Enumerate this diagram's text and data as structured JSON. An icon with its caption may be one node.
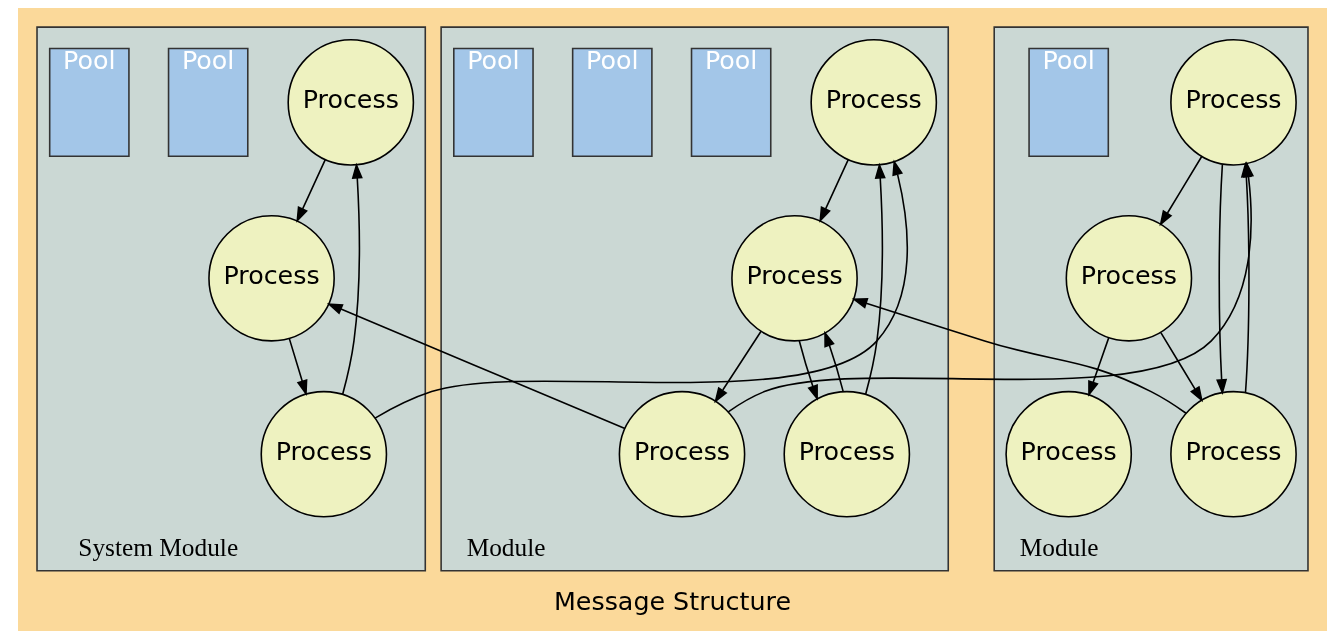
{
  "diagram": {
    "caption": "Message Structure",
    "nodes": [
      {
        "text": [
          "System Module"
        ]
      },
      {
        "text": [
          "Process"
        ],
        "in": 0
      },
      {
        "text": [
          "Process"
        ],
        "in": 0
      },
      {
        "text": [
          "Process"
        ],
        "in": 0
      },
      {
        "text": [
          "Pool"
        ],
        "in": 0
      },
      {
        "text": [
          "Pool"
        ],
        "in": 0
      },
      {
        "text": [
          "Module"
        ]
      },
      {
        "text": [
          "Process"
        ],
        "in": 6
      },
      {
        "text": [
          "Process"
        ],
        "in": 6
      },
      {
        "text": [
          "Process"
        ],
        "in": 6
      },
      {
        "text": [
          "Process"
        ],
        "in": 6
      },
      {
        "text": [
          "Pool"
        ],
        "in": 6
      },
      {
        "text": [
          "Pool"
        ],
        "in": 6
      },
      {
        "text": [
          "Pool"
        ],
        "in": 6
      },
      {
        "text": [
          "Module"
        ]
      },
      {
        "text": [
          "Process"
        ],
        "in": 14
      },
      {
        "text": [
          "Process"
        ],
        "in": 14
      },
      {
        "text": [
          "Process"
        ],
        "in": 14
      },
      {
        "text": [
          "Process"
        ],
        "in": 14
      },
      {
        "text": [
          "Pool"
        ],
        "in": 14
      }
    ],
    "edges": [
      {
        "from": 1,
        "to": 2,
        "arrow": "to"
      },
      {
        "from": 2,
        "to": 3,
        "arrow": "to"
      },
      {
        "from": 3,
        "to": 1,
        "arrow": "to"
      },
      {
        "from": 3,
        "to": 7,
        "arrow": "to"
      },
      {
        "from": 10,
        "to": 2,
        "arrow": "to"
      },
      {
        "from": 7,
        "to": 8,
        "arrow": "to"
      },
      {
        "from": 9,
        "to": 7,
        "arrow": "to"
      },
      {
        "from": 8,
        "to": 9,
        "arrow": "to"
      },
      {
        "from": 9,
        "to": 8,
        "arrow": "to"
      },
      {
        "from": 8,
        "to": 10,
        "arrow": "to"
      },
      {
        "from": 10,
        "to": 15,
        "arrow": "to"
      },
      {
        "from": 17,
        "to": 8,
        "arrow": "to"
      },
      {
        "from": 15,
        "to": 16,
        "arrow": "to"
      },
      {
        "from": 16,
        "to": 17,
        "arrow": "to"
      },
      {
        "from": 15,
        "to": 17,
        "arrow": "to"
      },
      {
        "from": 17,
        "to": 15,
        "arrow": "to"
      },
      {
        "from": 16,
        "to": 18,
        "arrow": "to"
      }
    ]
  }
}
